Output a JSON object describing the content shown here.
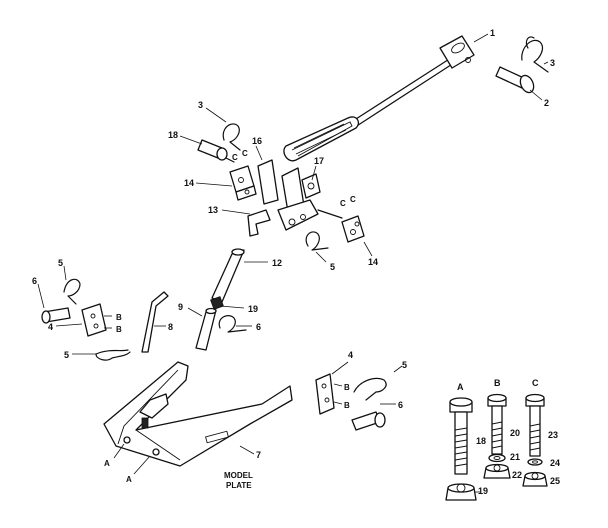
{
  "callouts": {
    "c1": "1",
    "c2": "2",
    "c3a": "3",
    "c3b": "3",
    "c4a": "4",
    "c4b": "4",
    "c5a": "5",
    "c5b": "5",
    "c5c": "5",
    "c5d": "5",
    "c6a": "6",
    "c6b": "6",
    "c6c": "6",
    "c7": "7",
    "c8": "8",
    "c9": "9",
    "c12": "12",
    "c13": "13",
    "c14a": "14",
    "c14b": "14",
    "c16": "16",
    "c17": "17",
    "c18a": "18",
    "c18b": "18",
    "c19a": "19",
    "c19b": "19",
    "c20": "20",
    "c21": "21",
    "c22": "22",
    "c23": "23",
    "c24": "24",
    "c25": "25"
  },
  "hardware_letters": {
    "ca1": "C",
    "ca2": "C",
    "ca3": "C",
    "ca4": "C",
    "ba1": "B",
    "ba2": "B",
    "ba3": "B",
    "ba4": "B",
    "aa1": "A",
    "aa2": "A",
    "col_a": "A",
    "col_b": "B",
    "col_c": "C"
  },
  "model_plate": {
    "line1": "MODEL",
    "line2": "PLATE"
  }
}
